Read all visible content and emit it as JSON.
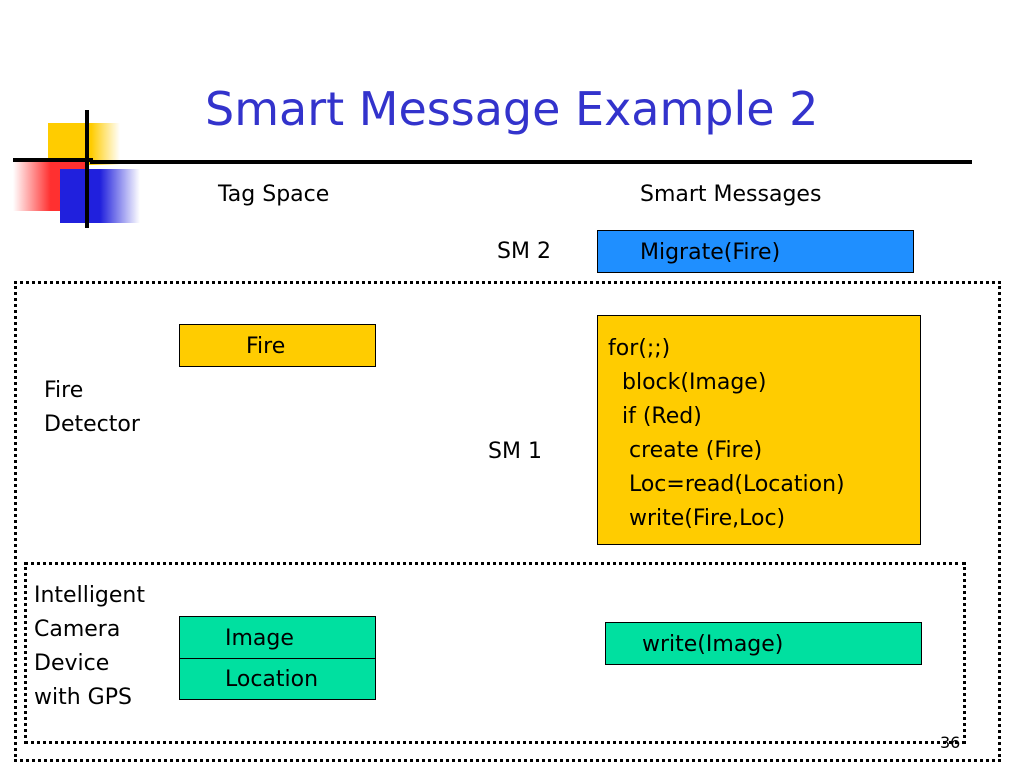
{
  "slide": {
    "title": "Smart Message Example 2",
    "page_number": "36"
  },
  "columns": {
    "tag_space": "Tag Space",
    "smart_messages": "Smart Messages"
  },
  "sm2": {
    "label": "SM 2",
    "code": "Migrate(Fire)",
    "color": "#1f8fff"
  },
  "fire_detector": {
    "label_line1": "Fire",
    "label_line2": "Detector",
    "tag": "Fire",
    "tag_color": "#ffcc00"
  },
  "sm1": {
    "label": "SM 1",
    "color": "#ffcc00",
    "code_lines": [
      "for(;;)",
      "  block(Image)",
      "  if (Red)",
      "   create (Fire)",
      "   Loc=read(Location)",
      "   write(Fire,Loc)"
    ]
  },
  "camera": {
    "label_lines": [
      "Intelligent",
      "Camera",
      "Device",
      "with GPS"
    ],
    "tags": [
      "Image",
      "Location"
    ],
    "tag_color": "#00e0a0",
    "message": "write(Image)"
  },
  "logo_colors": {
    "yellow": "#ffcc00",
    "red": "#ff2020",
    "blue": "#2020dd"
  }
}
